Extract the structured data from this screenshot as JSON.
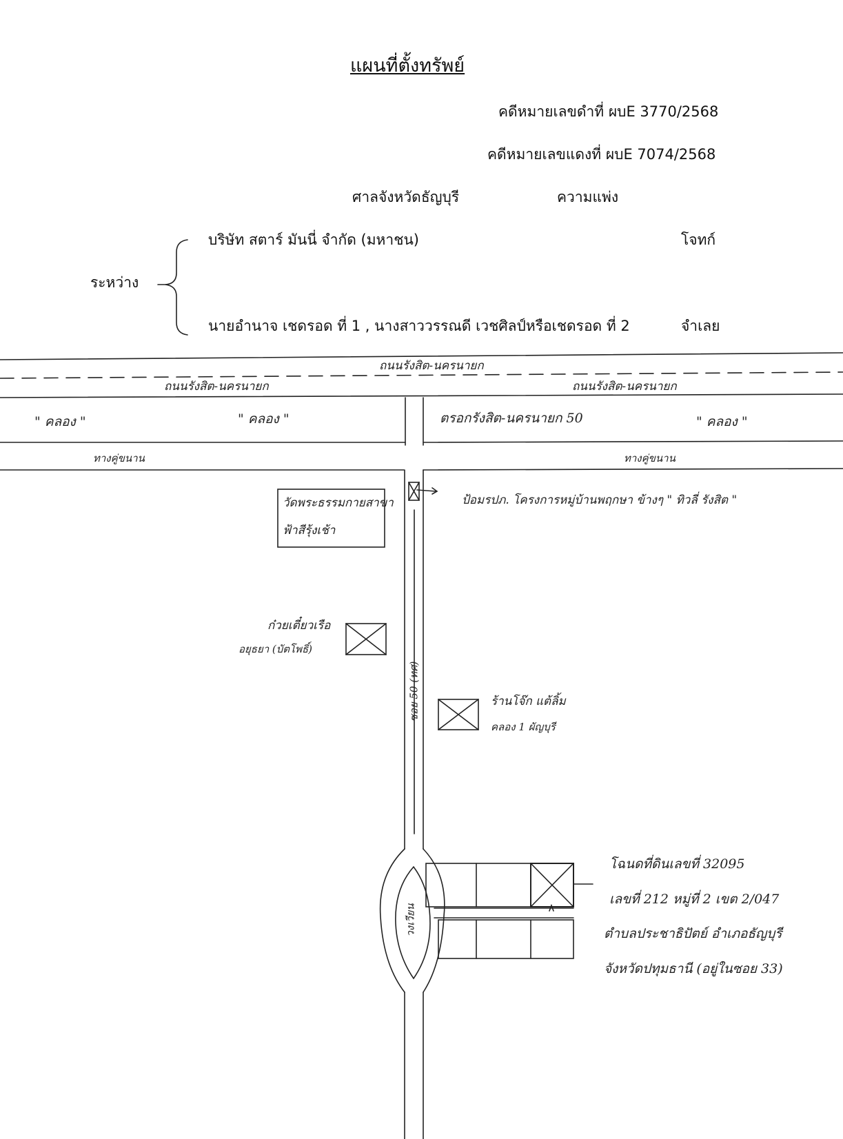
{
  "header": {
    "title": "แผนที่ตั้งทรัพย์",
    "black_case": "คดีหมายเลขดำที่ ผบE 3770/2568",
    "red_case": "คดีหมายเลขแดงที่ ผบE 7074/2568",
    "court": "ศาลจังหวัดธัญบุรี",
    "case_type": "ความแพ่ง",
    "between_label": "ระหว่าง",
    "plaintiff_name": "บริษัท สตาร์ มันนี่ จำกัด (มหาชน)",
    "plaintiff_role": "โจทก์",
    "defendant_names": "นายอำนาจ เชดรอด ที่ 1 , นางสาววรรณดี เวชศิลป์หรือเชดรอด ที่ 2",
    "defendant_role": "จำเลย"
  },
  "map": {
    "road_main_top": "ถนนรังสิต-นครนายก",
    "road_main_left": "ถนนรังสิต-นครนายก",
    "road_main_right": "ถนนรังสิต-นครนายก",
    "canal_left_1": "\" คลอง \"",
    "canal_left_2": "\" คลอง \"",
    "canal_right": "\" คลอง \"",
    "alley_label": "ตรอกรังสิต-นครนายก 50",
    "footpath_left": "ทางคู่ขนาน",
    "footpath_right": "ทางคู่ขนาน",
    "landmark_box_1": "วัดพระธรรมกายสาขา",
    "landmark_box_2": "ฟ้าสีรุ้งเช้า",
    "landmark_right_top": "ป้อมรปภ. โครงการหมู่บ้านพฤกษา ข้างๆ \" ทิวลี่ รังสิต \"",
    "landmark_left_mid_1": "ก๋วยเตี๋ยวเรือ",
    "landmark_left_mid_2": "อยุธยา (บัตโพธิ์)",
    "landmark_right_mid_1": "ร้านโจ๊ก แต้ลิ้ม",
    "landmark_right_mid_2": "คลอง 1 ผัญบุรี",
    "road_vertical_label": "ซอย 50 (ทศ)",
    "roundabout_label": "วงเวียน",
    "property_1": "โฉนดที่ดินเลขที่ 32095",
    "property_2": "เลขที่ 212 หมู่ที่ 2 เขต 2/047",
    "property_3": "ตำบลประชาธิปัตย์ อำเภอธัญบุรี",
    "property_4": "จังหวัดปทุมธานี (อยู่ในซอย 33)"
  }
}
